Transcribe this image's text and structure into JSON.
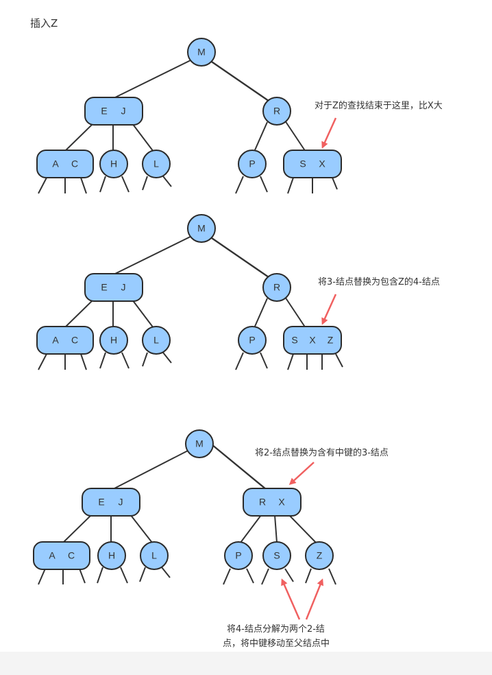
{
  "title": "插入Z",
  "colors": {
    "node_fill": "#99ccff",
    "node_stroke": "#2a2a2a",
    "edge": "#333333",
    "arrow": "#f06060",
    "text": "#333333"
  },
  "diagrams": [
    {
      "nodes": {
        "root": [
          "M"
        ],
        "left": [
          "E",
          "J"
        ],
        "right": [
          "R"
        ],
        "ll": [
          "A",
          "C"
        ],
        "lm": [
          "H"
        ],
        "lr": [
          "L"
        ],
        "rl": [
          "P"
        ],
        "rr": [
          "S",
          "X"
        ]
      },
      "annotation": "对于Z的查找结束于这里，比X大"
    },
    {
      "nodes": {
        "root": [
          "M"
        ],
        "left": [
          "E",
          "J"
        ],
        "right": [
          "R"
        ],
        "ll": [
          "A",
          "C"
        ],
        "lm": [
          "H"
        ],
        "lr": [
          "L"
        ],
        "rl": [
          "P"
        ],
        "rr": [
          "S",
          "X",
          "Z"
        ]
      },
      "annotation": "将3-结点替换为包含Z的4-结点"
    },
    {
      "nodes": {
        "root": [
          "M"
        ],
        "left": [
          "E",
          "J"
        ],
        "right": [
          "R",
          "X"
        ],
        "ll": [
          "A",
          "C"
        ],
        "lm": [
          "H"
        ],
        "lr": [
          "L"
        ],
        "rl": [
          "P"
        ],
        "rm": [
          "S"
        ],
        "rr": [
          "Z"
        ]
      },
      "annotation_top": "将2-结点替换为含有中键的3-结点",
      "annotation_bottom_line1": "将4-结点分解为两个2-结",
      "annotation_bottom_line2": "点，将中键移动至父结点中"
    }
  ]
}
